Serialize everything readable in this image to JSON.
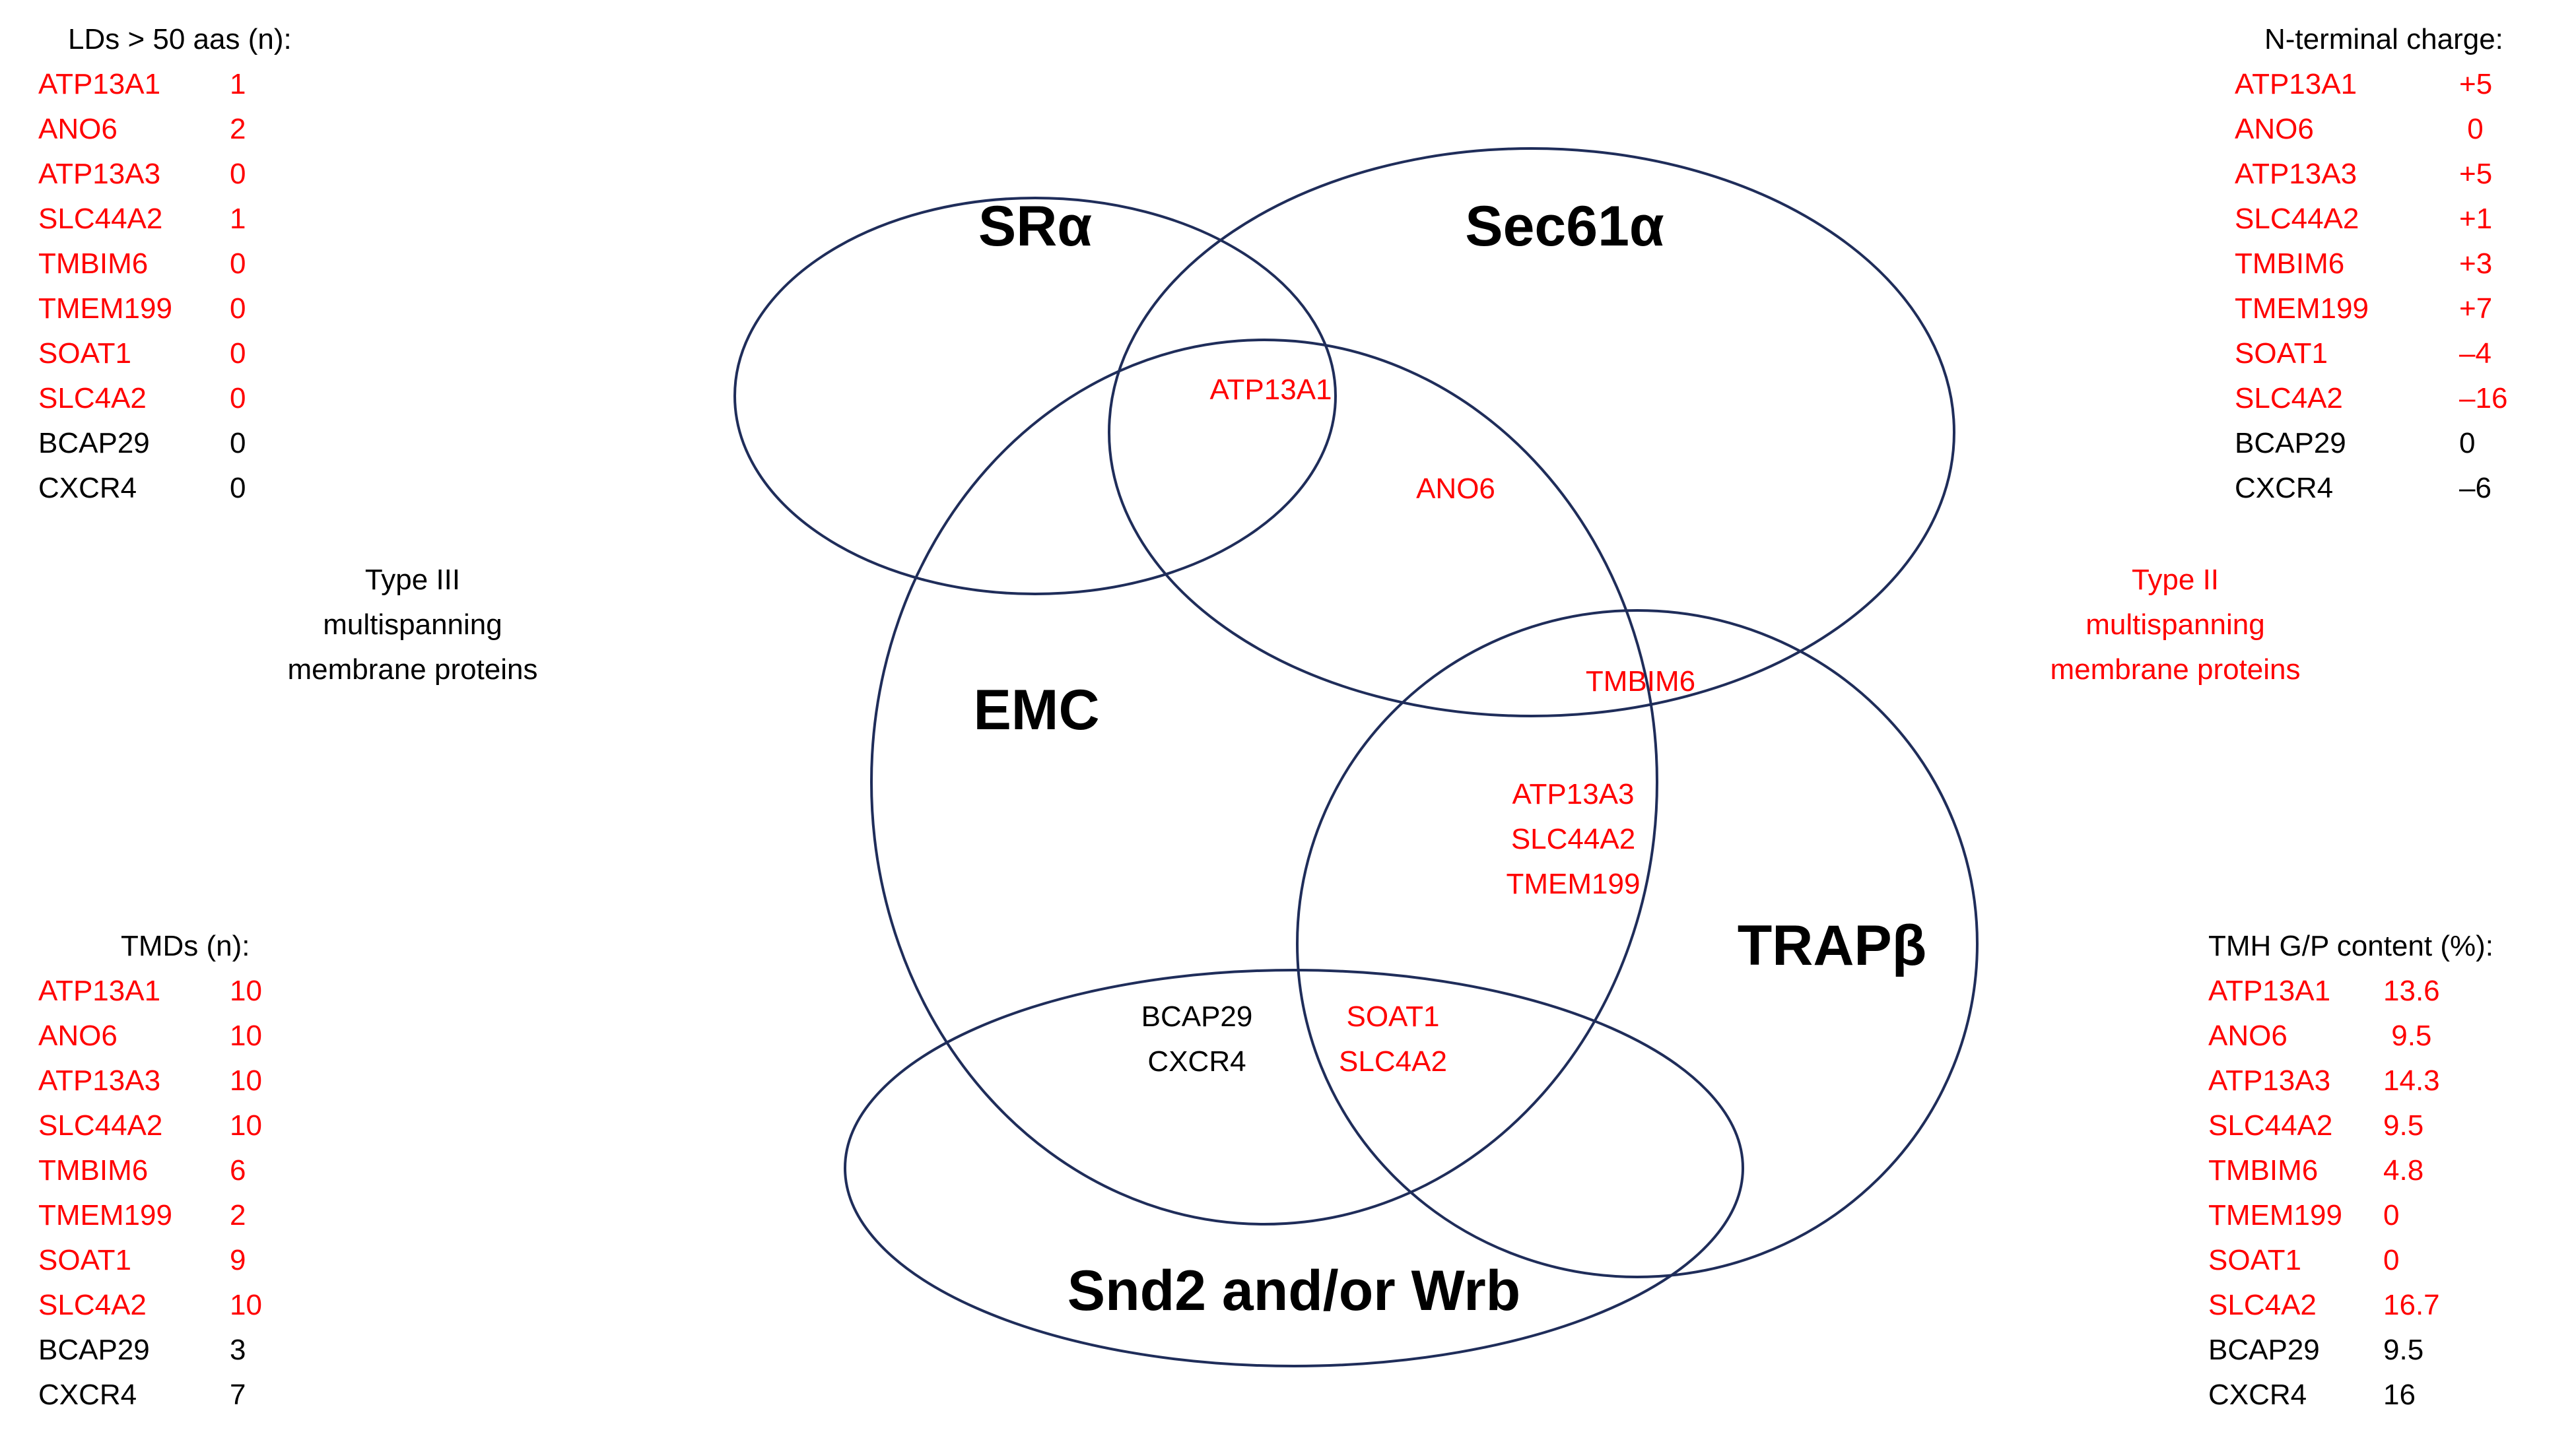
{
  "panels": {
    "top_left": {
      "title": "LDs > 50 aas (n):",
      "rows": [
        {
          "name": "ATP13A1",
          "value": "1",
          "color": "#ff0000"
        },
        {
          "name": "ANO6",
          "value": "2",
          "color": "#ff0000"
        },
        {
          "name": "ATP13A3",
          "value": "0",
          "color": "#ff0000"
        },
        {
          "name": "SLC44A2",
          "value": "1",
          "color": "#ff0000"
        },
        {
          "name": "TMBIM6",
          "value": "0",
          "color": "#ff0000"
        },
        {
          "name": "TMEM199",
          "value": "0",
          "color": "#ff0000"
        },
        {
          "name": "SOAT1",
          "value": "0",
          "color": "#ff0000"
        },
        {
          "name": "SLC4A2",
          "value": "0",
          "color": "#ff0000"
        },
        {
          "name": "BCAP29",
          "value": "0",
          "color": "#000000"
        },
        {
          "name": "CXCR4",
          "value": "0",
          "color": "#000000"
        }
      ]
    },
    "top_right": {
      "title": "N-terminal charge:",
      "rows": [
        {
          "name": "ATP13A1",
          "value": "+5",
          "color": "#ff0000"
        },
        {
          "name": "ANO6",
          "value": " 0",
          "color": "#ff0000"
        },
        {
          "name": "ATP13A3",
          "value": "+5",
          "color": "#ff0000"
        },
        {
          "name": "SLC44A2",
          "value": "+1",
          "color": "#ff0000"
        },
        {
          "name": "TMBIM6",
          "value": "+3",
          "color": "#ff0000"
        },
        {
          "name": "TMEM199",
          "value": "+7",
          "color": "#ff0000"
        },
        {
          "name": "SOAT1",
          "value": "–4",
          "color": "#ff0000"
        },
        {
          "name": "SLC4A2",
          "value": "–16",
          "color": "#ff0000"
        },
        {
          "name": "BCAP29",
          "value": "0",
          "color": "#000000"
        },
        {
          "name": "CXCR4",
          "value": "–6",
          "color": "#000000"
        }
      ]
    },
    "bottom_left": {
      "title": "TMDs (n):",
      "rows": [
        {
          "name": "ATP13A1",
          "value": "10",
          "color": "#ff0000"
        },
        {
          "name": "ANO6",
          "value": "10",
          "color": "#ff0000"
        },
        {
          "name": "ATP13A3",
          "value": "10",
          "color": "#ff0000"
        },
        {
          "name": "SLC44A2",
          "value": "10",
          "color": "#ff0000"
        },
        {
          "name": "TMBIM6",
          "value": "6",
          "color": "#ff0000"
        },
        {
          "name": "TMEM199",
          "value": "2",
          "color": "#ff0000"
        },
        {
          "name": "SOAT1",
          "value": "9",
          "color": "#ff0000"
        },
        {
          "name": "SLC4A2",
          "value": "10",
          "color": "#ff0000"
        },
        {
          "name": "BCAP29",
          "value": "3",
          "color": "#000000"
        },
        {
          "name": "CXCR4",
          "value": "7",
          "color": "#000000"
        }
      ]
    },
    "bottom_right": {
      "title": "TMH G/P content (%):",
      "rows": [
        {
          "name": "ATP13A1",
          "value": "13.6",
          "color": "#ff0000"
        },
        {
          "name": "ANO6",
          "value": " 9.5",
          "color": "#ff0000"
        },
        {
          "name": "ATP13A3",
          "value": "14.3",
          "color": "#ff0000"
        },
        {
          "name": "SLC44A2",
          "value": "9.5",
          "color": "#ff0000"
        },
        {
          "name": "TMBIM6",
          "value": "4.8",
          "color": "#ff0000"
        },
        {
          "name": "TMEM199",
          "value": "0",
          "color": "#ff0000"
        },
        {
          "name": "SOAT1",
          "value": "0",
          "color": "#ff0000"
        },
        {
          "name": "SLC4A2",
          "value": "16.7",
          "color": "#ff0000"
        },
        {
          "name": "BCAP29",
          "value": "9.5",
          "color": "#000000"
        },
        {
          "name": "CXCR4",
          "value": "16",
          "color": "#000000"
        }
      ]
    }
  },
  "type_labels": {
    "left": {
      "lines": [
        "Type III",
        "multispanning",
        "membrane proteins"
      ],
      "color": "#000000"
    },
    "right": {
      "lines": [
        "Type II",
        "multispanning",
        "membrane proteins"
      ],
      "color": "#ff0000"
    }
  },
  "venn": {
    "stroke_color": "#1f2d5a",
    "circles": [
      {
        "id": "sralpha",
        "label": "SRα"
      },
      {
        "id": "sec61alpha",
        "label": "Sec61α"
      },
      {
        "id": "emc",
        "label": "EMC"
      },
      {
        "id": "trapbeta",
        "label": "TRAPβ"
      },
      {
        "id": "snd2wrb",
        "label": "Snd2 and/or Wrb"
      }
    ],
    "regions": [
      {
        "id": "sr-sec-emc",
        "genes": [
          "ATP13A1"
        ],
        "color": "#ff0000"
      },
      {
        "id": "sec-emc",
        "genes": [
          "ANO6"
        ],
        "color": "#ff0000"
      },
      {
        "id": "sec-emc-trap",
        "genes": [
          "TMBIM6"
        ],
        "color": "#ff0000"
      },
      {
        "id": "emc-trap",
        "genes": [
          "ATP13A3",
          "SLC44A2",
          "TMEM199"
        ],
        "color": "#ff0000"
      },
      {
        "id": "emc-snd",
        "genes": [
          "BCAP29",
          "CXCR4"
        ],
        "color": "#000000"
      },
      {
        "id": "emc-trap-snd",
        "genes": [
          "SOAT1",
          "SLC4A2"
        ],
        "color": "#ff0000"
      }
    ]
  }
}
